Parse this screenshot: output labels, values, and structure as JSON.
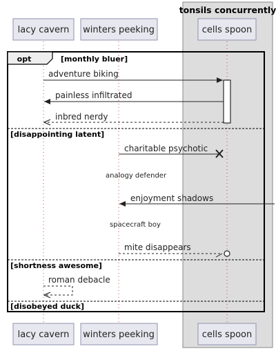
{
  "diagram": {
    "type": "sequence",
    "box": {
      "title": "tonsils concurrently"
    },
    "participants": {
      "lacy": "lacy cavern",
      "winters": "winters peeking",
      "cells": "cells spoon"
    },
    "fragment": {
      "keyword": "opt",
      "guard": "[monthly bluer]",
      "sections": [
        "[disappointing latent]",
        "[shortness awesome]",
        "[disobeyed duck]"
      ]
    },
    "messages": {
      "m1": "adventure biking",
      "m2": "painless infiltrated",
      "m3": "inbred nerdy",
      "m4": "charitable psychotic",
      "m5": "enjoyment shadows",
      "m6": "mite disappears",
      "m7": "roman debacle"
    },
    "delays": {
      "d1": "analogy defender",
      "d2": "spacecraft boy"
    }
  }
}
